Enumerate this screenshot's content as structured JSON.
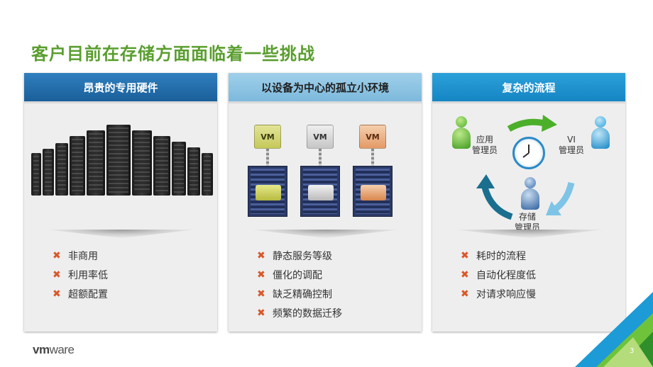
{
  "slide": {
    "title": "客户目前在存储方面面临着一些挑战",
    "page_number": "3",
    "logo": {
      "vm": "vm",
      "ware": "ware"
    }
  },
  "cards": [
    {
      "header": "昂贵的专用硬件",
      "bullets": [
        "非商用",
        "利用率低",
        "超额配置"
      ]
    },
    {
      "header": "以设备为中心的孤立小环境",
      "vm_labels": [
        "VM",
        "VM",
        "VM"
      ],
      "bullets": [
        "静态服务等级",
        "僵化的调配",
        "缺乏精确控制",
        "频繁的数据迁移"
      ]
    },
    {
      "header": "复杂的流程",
      "roles": {
        "app_admin": [
          "应用",
          "管理员"
        ],
        "vi_admin": [
          "VI",
          "管理员"
        ],
        "storage_admin": [
          "存储",
          "管理员"
        ]
      },
      "bullets": [
        "耗时的流程",
        "自动化程度低",
        "对请求响应慢"
      ]
    }
  ],
  "icons": {
    "bullet": "x-mark-icon",
    "servers": "server-racks-icon",
    "clock": "clock-icon",
    "person": "person-icon"
  },
  "colors": {
    "title_green": "#5a9e2f",
    "header_dark_blue": "#1a5f99",
    "header_light_blue": "#9fd0ea",
    "header_mid_blue": "#1585c4",
    "bullet_orange": "#d9572a"
  }
}
